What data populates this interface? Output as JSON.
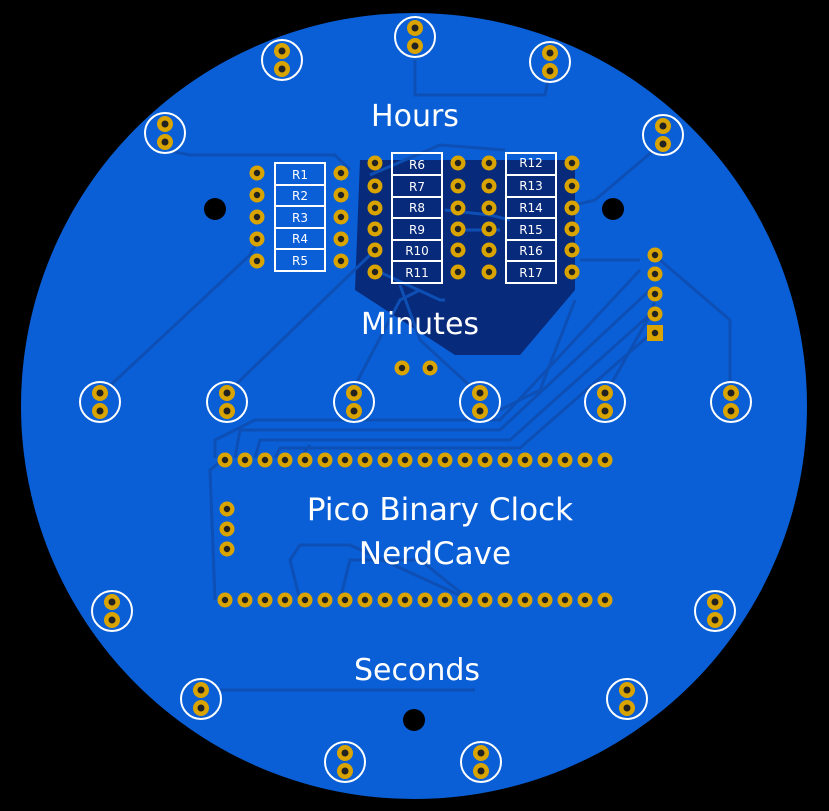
{
  "board": {
    "labels": {
      "hours": "Hours",
      "minutes": "Minutes",
      "title": "Pico Binary Clock",
      "author": "NerdCave",
      "seconds": "Seconds"
    },
    "resistors": [
      "R1",
      "R2",
      "R3",
      "R4",
      "R5",
      "R6",
      "R7",
      "R8",
      "R9",
      "R10",
      "R11",
      "R12",
      "R13",
      "R14",
      "R15",
      "R16",
      "R17"
    ],
    "colors": {
      "board": "#0a5fd6",
      "trace": "#0d4fb5",
      "pour": "#072a7a",
      "pad": "#d9a400",
      "silkscreen": "#ffffff",
      "background": "#000000"
    }
  }
}
